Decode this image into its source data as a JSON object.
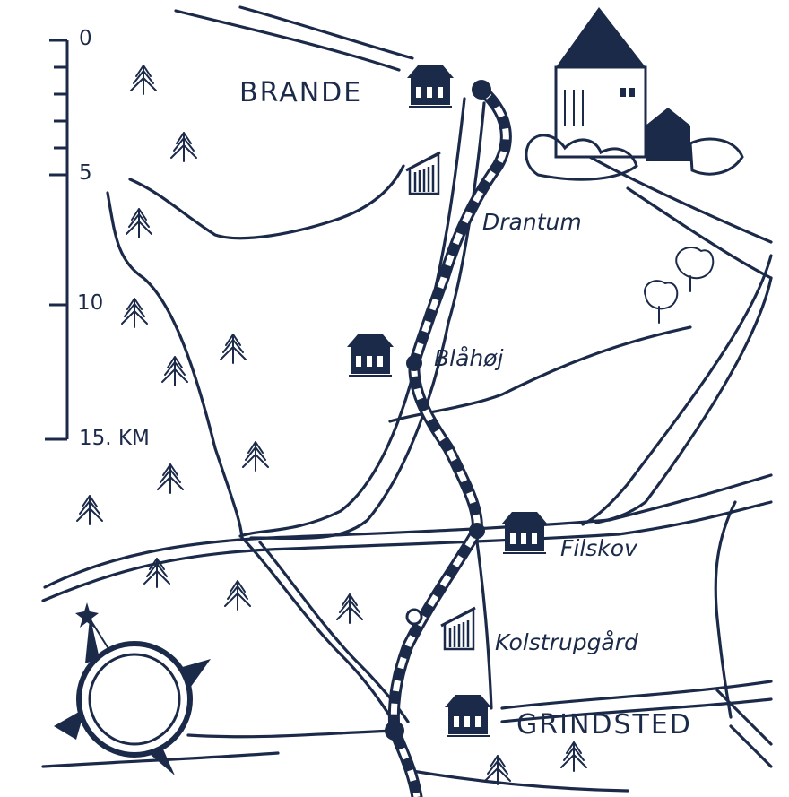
{
  "map": {
    "ink_color": "#1c2a4a",
    "paper_color": "#ffffff",
    "towns": {
      "brande": "BRANDE",
      "drantum": "Drantum",
      "blahoj": "Blåhøj",
      "filskov": "Filskov",
      "kolstrupgard": "Kolstrupgård",
      "grindsted": "GRINDSTED"
    },
    "scale": {
      "tick_0": "0",
      "tick_5": "5",
      "tick_10": "10",
      "tick_15": "15. KM"
    },
    "icons": [
      "church-icon",
      "house-icon",
      "farm-icon",
      "station-icon",
      "tree-icon",
      "compass-rose-icon",
      "railway-line"
    ]
  }
}
